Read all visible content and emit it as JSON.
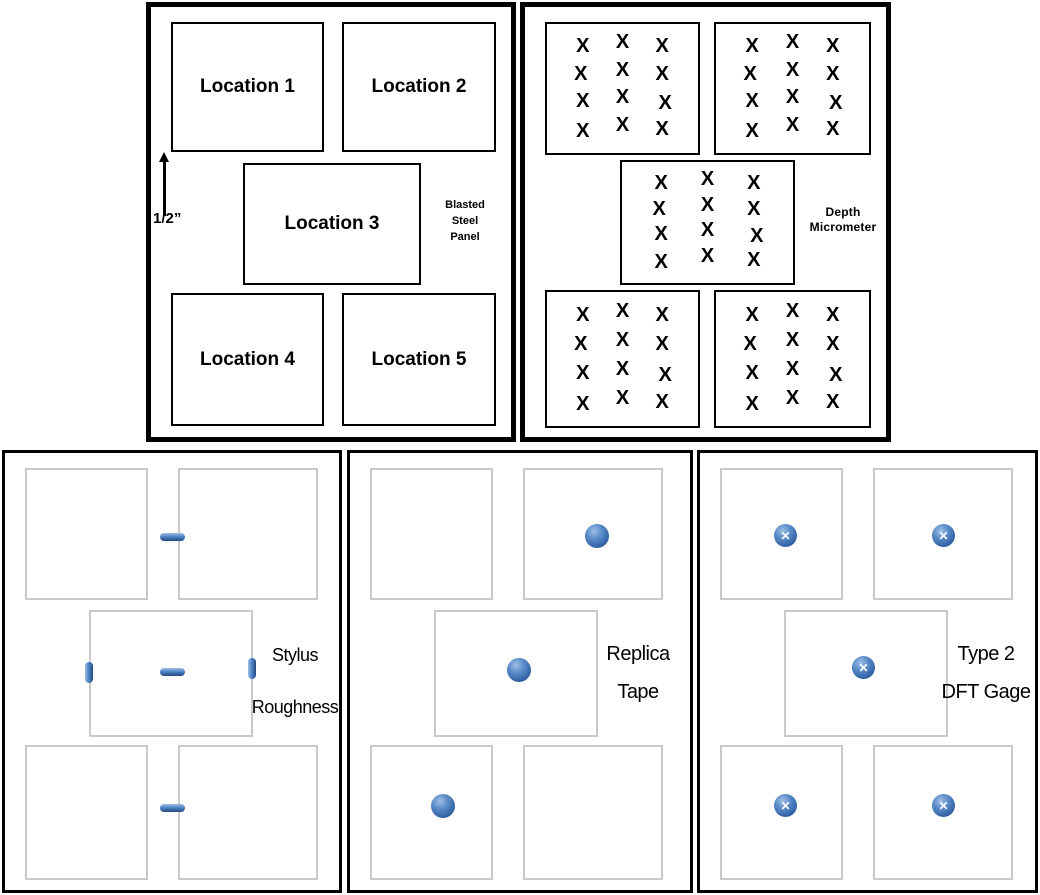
{
  "colors": {
    "panel_border": "#000000",
    "light_rect_border": "#c9c9c9",
    "marker_blue": "#3f74ba",
    "marker_blue_dark": "#24497e",
    "marker_blue_light": "#9dbfe6"
  },
  "blasted_panel": {
    "locations": [
      "Location 1",
      "Location 2",
      "Location 3",
      "Location 4",
      "Location 5"
    ],
    "arrow_label": "1/2”",
    "caption_lines": [
      "Blasted",
      "Steel",
      "Panel"
    ]
  },
  "micrometer_panel": {
    "caption_lines": [
      "Depth",
      "Micrometer"
    ],
    "mark_char": "X",
    "marks_per_location": 12
  },
  "stylus_panel": {
    "caption_lines": [
      "Stylus",
      "Roughness"
    ],
    "mark_count": 5
  },
  "replica_panel": {
    "caption_lines": [
      "Replica",
      "Tape"
    ],
    "dot_count": 3
  },
  "dft_panel": {
    "caption_lines": [
      "Type 2",
      "DFT Gage"
    ],
    "marker_glyph": "✕",
    "marker_count": 5
  }
}
